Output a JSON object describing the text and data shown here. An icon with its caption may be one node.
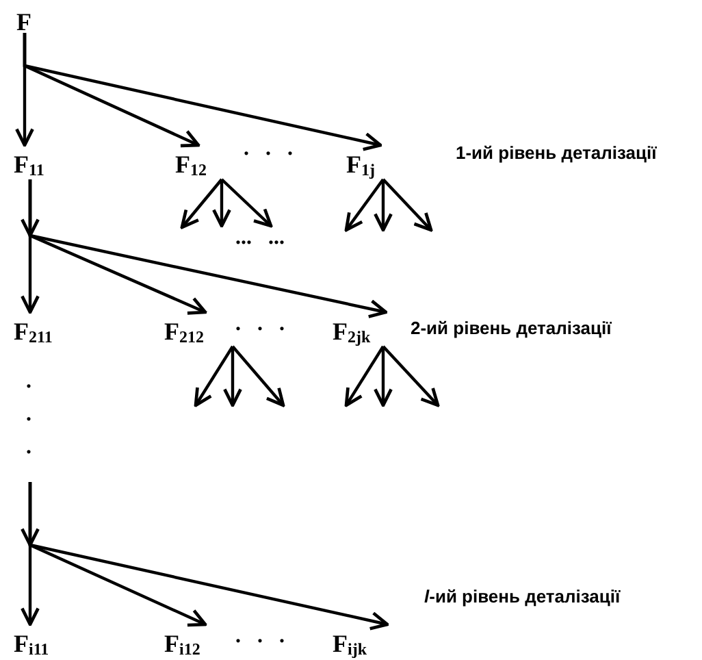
{
  "diagram": {
    "nodes": [
      {
        "text": [
          "F"
        ]
      },
      {
        "text": [
          "F$_{11}$"
        ]
      },
      {
        "text": [
          "F$_{12}$"
        ]
      },
      {
        "text": [
          "F$_{1j}$"
        ]
      },
      {
        "text": [
          "F$_{211}$"
        ]
      },
      {
        "text": [
          "F$_{212}$"
        ]
      },
      {
        "text": [
          "F$_{2jk}$"
        ]
      },
      {
        "text": [
          "F$_{i11}$"
        ]
      },
      {
        "text": [
          "F$_{i12}$"
        ]
      },
      {
        "text": [
          "F$_{ijk}$"
        ]
      },
      {
        "text": [
          "... ..."
        ]
      }
    ],
    "edges": [
      {
        "from": 0,
        "to": 1,
        "arrow": "to"
      },
      {
        "from": 0,
        "to": 2,
        "arrow": "to"
      },
      {
        "from": 0,
        "to": 3,
        "arrow": "to"
      },
      {
        "from": 1,
        "to": 4,
        "arrow": "to"
      },
      {
        "from": 1,
        "to": 5,
        "arrow": "to"
      },
      {
        "from": 1,
        "to": 6,
        "arrow": "to"
      },
      {
        "from": 2,
        "to": null,
        "arrow": "to"
      },
      {
        "from": 2,
        "to": 10,
        "arrow": "to"
      },
      {
        "from": 2,
        "to": 10,
        "arrow": "to"
      },
      {
        "from": 3,
        "to": null,
        "arrow": "to"
      },
      {
        "from": 3,
        "to": null,
        "arrow": "to"
      },
      {
        "from": 3,
        "to": null,
        "arrow": "to"
      },
      {
        "from": 5,
        "to": null,
        "arrow": "to"
      },
      {
        "from": 5,
        "to": null,
        "arrow": "to"
      },
      {
        "from": 5,
        "to": null,
        "arrow": "to"
      },
      {
        "from": 6,
        "to": null,
        "arrow": "to"
      },
      {
        "from": 6,
        "to": null,
        "arrow": "to"
      },
      {
        "from": 6,
        "to": null,
        "arrow": "to"
      },
      {
        "from": null,
        "to": 7,
        "arrow": "to"
      },
      {
        "from": null,
        "to": 8,
        "arrow": "to"
      },
      {
        "from": null,
        "to": 9,
        "arrow": "to"
      }
    ],
    "labels": [
      "1-ий рівень деталізації",
      ". . .",
      "2-ий рівень деталізації",
      ". . .",
      ".",
      ".",
      ".",
      "*l*-ий рівень деталізації",
      ". . ."
    ]
  }
}
